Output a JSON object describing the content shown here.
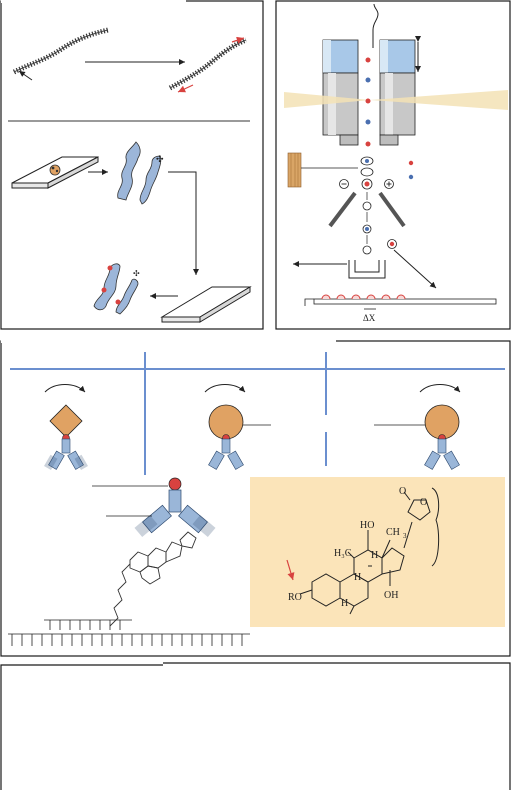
{
  "figure": {
    "colors": {
      "frame": "#1a1a1a",
      "divider_gray": "#9a9a9a",
      "blue_rule": "#6b8fcf",
      "strand_blue": "#9cb6d9",
      "antigen_orange": "#e0a263",
      "antibody_blue": "#9ab6d8",
      "antibody_dark": "#2e4a6f",
      "red_tag": "#d8423f",
      "panel_bg": "#fbe4b9",
      "column_gray": "#c8c8c8",
      "magnet_blue": "#a8c8e8",
      "beam_yellow": "#f3e2b5",
      "wood": "#d9a566"
    },
    "structure_labels": {
      "ho": "HO",
      "ch3_top": "CH",
      "ch3_sub": "3",
      "h3c": "H₃C",
      "h_a": "H",
      "h_b": "H",
      "h_c": "H",
      "oh": "OH",
      "ro": "RO",
      "o_lactone": "O",
      "o_carbonyl": "O"
    },
    "scale_label": "ΔX"
  }
}
